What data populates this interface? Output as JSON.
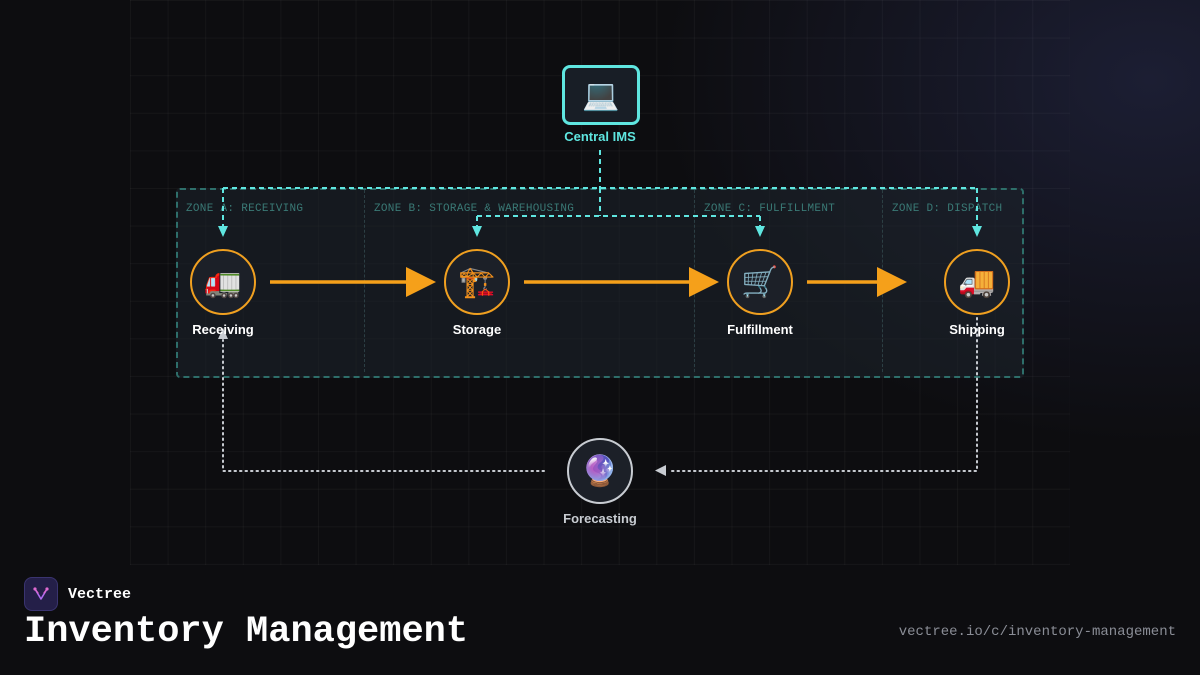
{
  "brand": {
    "name": "Vectree"
  },
  "page": {
    "title": "Inventory Management",
    "url": "vectree.io/c/inventory-management"
  },
  "central": {
    "label": "Central IMS",
    "icon": "laptop-icon"
  },
  "zones": [
    {
      "label": "ZONE A: RECEIVING"
    },
    {
      "label": "ZONE B: STORAGE & WAREHOUSING"
    },
    {
      "label": "ZONE C: FULFILLMENT"
    },
    {
      "label": "ZONE D: DISPATCH"
    }
  ],
  "stages": [
    {
      "label": "Receiving",
      "icon": "truck-icon",
      "glyph": "🚛"
    },
    {
      "label": "Storage",
      "icon": "crane-icon",
      "glyph": "🏗️"
    },
    {
      "label": "Fulfillment",
      "icon": "cart-icon",
      "glyph": "🛒"
    },
    {
      "label": "Shipping",
      "icon": "delivery-truck-icon",
      "glyph": "🚚"
    }
  ],
  "forecasting": {
    "label": "Forecasting",
    "icon": "crystal-ball-icon",
    "glyph": "🔮"
  },
  "colors": {
    "accent_cyan": "#5fe6e0",
    "flow_orange": "#f5a01a",
    "zone_border": "#2e6e6a",
    "feedback_gray": "#c8ccd2"
  }
}
